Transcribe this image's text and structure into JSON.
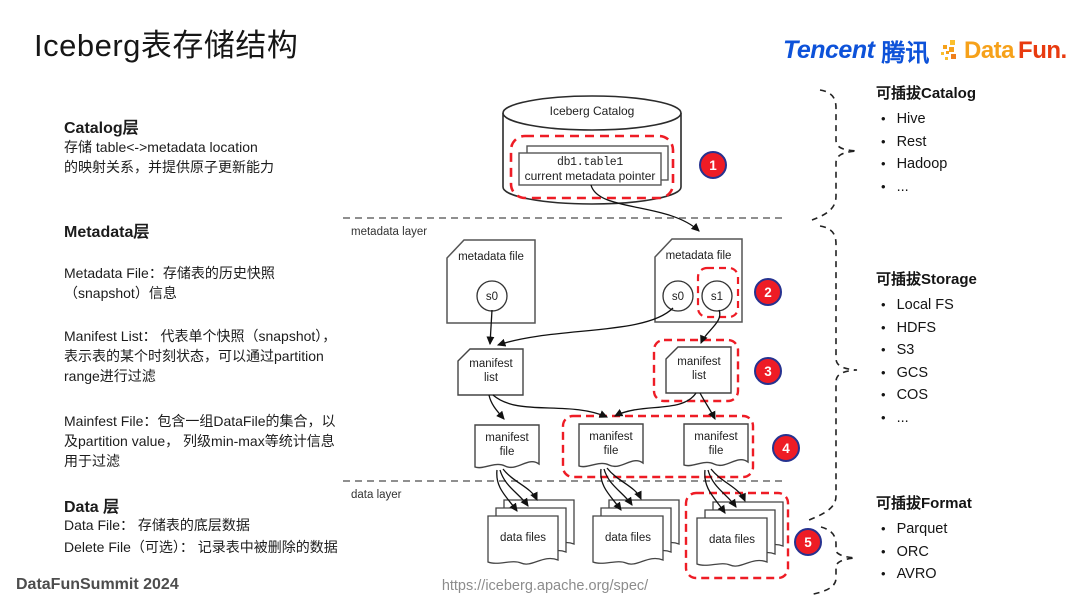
{
  "slide": {
    "title": "Iceberg表存储结构",
    "footer_left": "DataFunSummit 2024",
    "footer_url": "https://iceberg.apache.org/spec/"
  },
  "logos": {
    "tencent_en": "Tencent",
    "tencent_cn": "腾讯",
    "datafun_part1": "Data",
    "datafun_part2": "Fun."
  },
  "left_panel": {
    "catalog": {
      "heading": "Catalog层",
      "line1": "存储 table<->metadata location",
      "line2": "的映射关系，并提供原子更新能力"
    },
    "metadata": {
      "heading": "Metadata层",
      "p1_line1": "Metadata File：存储表的历史快照",
      "p1_line2": "（snapshot）信息",
      "p2_line1": "Manifest List： 代表单个快照（snapshot），",
      "p2_line2": "表示表的某个时刻状态，可以通过partition",
      "p2_line3": "range进行过滤",
      "p3_line1": "Mainfest File：包含一组DataFile的集合，以",
      "p3_line2": "及partition value， 列级min-max等统计信息",
      "p3_line3": "用于过滤"
    },
    "data": {
      "heading": "Data 层",
      "line1": "Data File： 存储表的底层数据",
      "line2": "Delete File（可选）： 记录表中被删除的数据"
    }
  },
  "diagram": {
    "catalog_label": "Iceberg Catalog",
    "table_name": "db1.table1",
    "pointer_label": "current metadata pointer",
    "metadata_layer_label": "metadata layer",
    "data_layer_label": "data layer",
    "metadata_file_label": "metadata file",
    "manifest_list_label": "manifest list",
    "manifest_file_label": "manifest file",
    "data_files_label": "data files",
    "s0": "s0",
    "s1": "s1",
    "badges": [
      "1",
      "2",
      "3",
      "4",
      "5"
    ]
  },
  "right_panel": {
    "bullet": "•",
    "catalog": {
      "heading": "可插拔Catalog",
      "items": [
        "Hive",
        "Rest",
        "Hadoop",
        "..."
      ]
    },
    "storage": {
      "heading": "可插拔Storage",
      "items": [
        "Local FS",
        "HDFS",
        "S3",
        "GCS",
        "COS",
        "..."
      ]
    },
    "format": {
      "heading": "可插拔Format",
      "items": [
        "Parquet",
        "ORC",
        "AVRO"
      ]
    }
  },
  "colors": {
    "highlight_red": "#ee1c25",
    "badge_ring_blue": "#26328f",
    "tencent_blue": "#0d52d9",
    "datafun_orange": "#f6a11a",
    "datafun_red": "#e83a0f"
  }
}
